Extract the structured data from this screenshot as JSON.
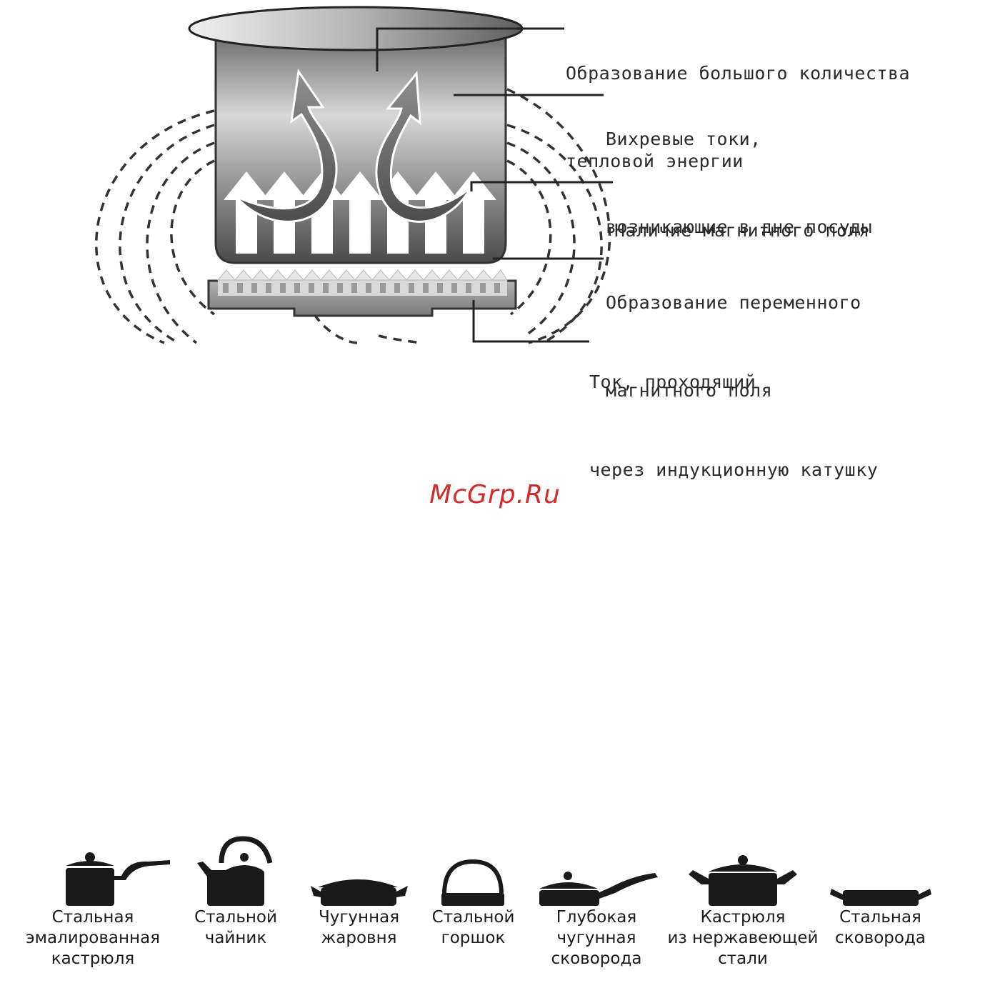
{
  "diagram": {
    "labels": {
      "heat": [
        "Образование большого количества",
        "тепловой энергии"
      ],
      "eddy": [
        "Вихревые токи,",
        "возникающие в дне посуды"
      ],
      "magnetic": [
        "Наличие магнитного поля"
      ],
      "alternating": [
        "Образование переменного",
        "магнитного поля"
      ],
      "coil_current": [
        "Ток, проходящий",
        "через индукционную катушку"
      ]
    }
  },
  "watermark": "McGrp.Ru",
  "cookware": [
    {
      "icon": "enamel-saucepan-icon",
      "caption": [
        "Стальная",
        "эмалированная",
        "кастрюля"
      ]
    },
    {
      "icon": "kettle-icon",
      "caption": [
        "Стальной",
        "чайник"
      ]
    },
    {
      "icon": "roaster-icon",
      "caption": [
        "Чугунная",
        "жаровня"
      ]
    },
    {
      "icon": "pot-icon",
      "caption": [
        "Стальной",
        "горшок"
      ]
    },
    {
      "icon": "deep-skillet-icon",
      "caption": [
        "Глубокая",
        "чугунная",
        "сковорода"
      ]
    },
    {
      "icon": "stainless-pot-icon",
      "caption": [
        "Кастрюля",
        "из нержавеющей",
        "стали"
      ]
    },
    {
      "icon": "steel-pan-icon",
      "caption": [
        "Стальная",
        "сковорода"
      ]
    }
  ]
}
